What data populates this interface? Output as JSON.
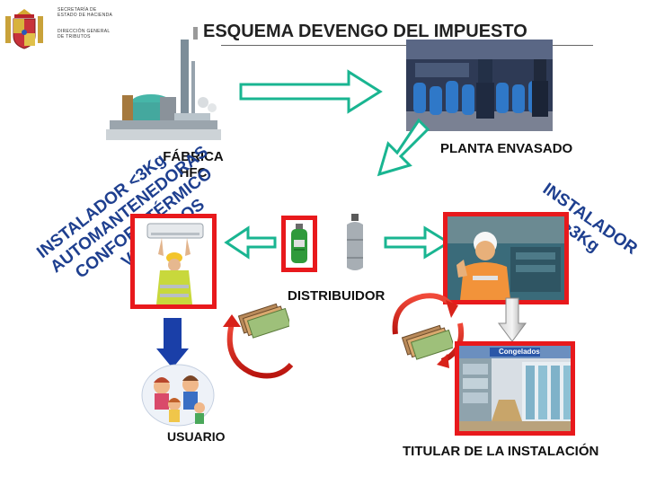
{
  "header": {
    "ministry_line1": "SECRETARÍA DE",
    "ministry_line2": "ESTADO DE HACIENDA",
    "directorate_line1": "DIRECCIÓN GENERAL",
    "directorate_line2": "DE TRIBUTOS",
    "title": "ESQUEMA DEVENGO DEL IMPUESTO"
  },
  "nodes": {
    "factory": "FÁBRICA\nHFC",
    "bottling_plant": "PLANTA ENVASADO",
    "distributor": "DISTRIBUIDOR",
    "user": "USUARIO",
    "facility_owner": "TITULAR DE LA INSTALACIÓN"
  },
  "side_labels": {
    "left_line1": "INSTALADOR <3Kg",
    "left_line2": "AUTOMANTENEDORAS",
    "left_line3": "CONFORT TÉRMICO",
    "left_line4": "VEHÍCULOS",
    "right_line1": "INSTALADOR",
    "right_line2": ">3Kg"
  },
  "store_sign": "Congelados",
  "colors": {
    "accent_red": "#e8191c",
    "arrow_teal": "#19b591",
    "arrow_blue": "#1a3fa8",
    "label_blue": "#1e3f8f"
  }
}
